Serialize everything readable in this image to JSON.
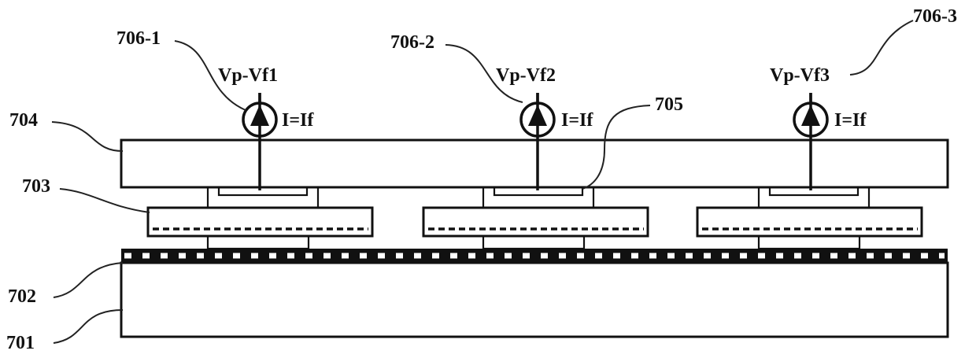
{
  "diagram": {
    "labels": {
      "l701": "701",
      "l702": "702",
      "l703": "703",
      "l704": "704",
      "l705": "705"
    },
    "sources": [
      {
        "ref": "706-1",
        "voltage": "Vp-Vf1",
        "current": "I=If"
      },
      {
        "ref": "706-2",
        "voltage": "Vp-Vf2",
        "current": "I=If"
      },
      {
        "ref": "706-3",
        "voltage": "Vp-Vf3",
        "current": "I=If"
      }
    ]
  }
}
